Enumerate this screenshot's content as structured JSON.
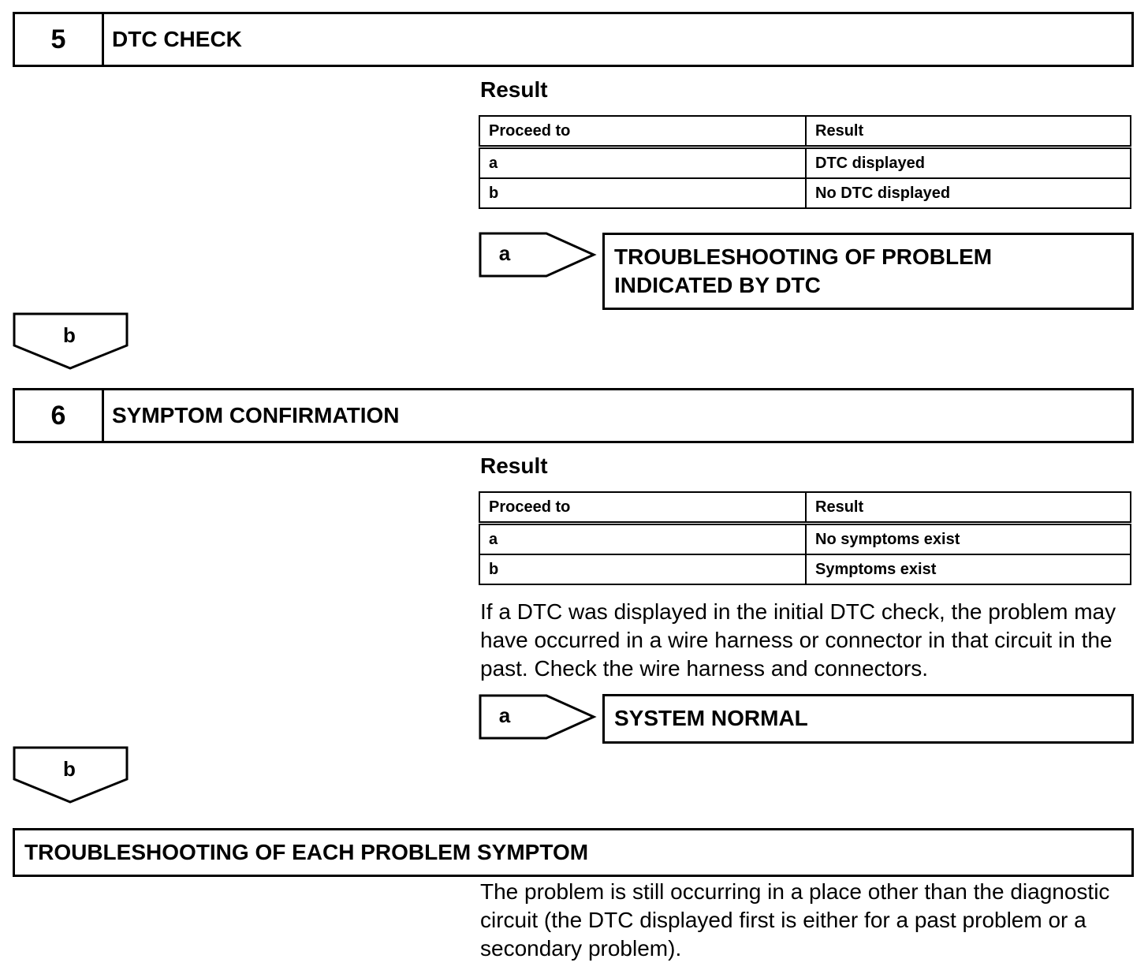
{
  "step5": {
    "number": "5",
    "title": "DTC CHECK",
    "result_heading": "Result",
    "table": {
      "headers": [
        "Proceed to",
        "Result"
      ],
      "rows": [
        [
          "a",
          "DTC displayed"
        ],
        [
          "b",
          "No DTC displayed"
        ]
      ]
    },
    "branch_a": {
      "label": "a",
      "destination": "TROUBLESHOOTING OF PROBLEM INDICATED BY DTC"
    },
    "branch_b": {
      "label": "b"
    }
  },
  "step6": {
    "number": "6",
    "title": "SYMPTOM CONFIRMATION",
    "result_heading": "Result",
    "table": {
      "headers": [
        "Proceed to",
        "Result"
      ],
      "rows": [
        [
          "a",
          "No symptoms exist"
        ],
        [
          "b",
          "Symptoms exist"
        ]
      ]
    },
    "note": "If a DTC was displayed in the initial DTC check, the problem may have occurred in a wire harness or connector in that circuit in the past. Check the wire harness and connectors.",
    "branch_a": {
      "label": "a",
      "destination": "SYSTEM NORMAL"
    },
    "branch_b": {
      "label": "b"
    }
  },
  "final": {
    "title": "TROUBLESHOOTING OF EACH PROBLEM SYMPTOM",
    "note": "The problem is still occurring in a place other than the diagnostic circuit (the DTC displayed first is either for a past problem or a secondary problem)."
  }
}
